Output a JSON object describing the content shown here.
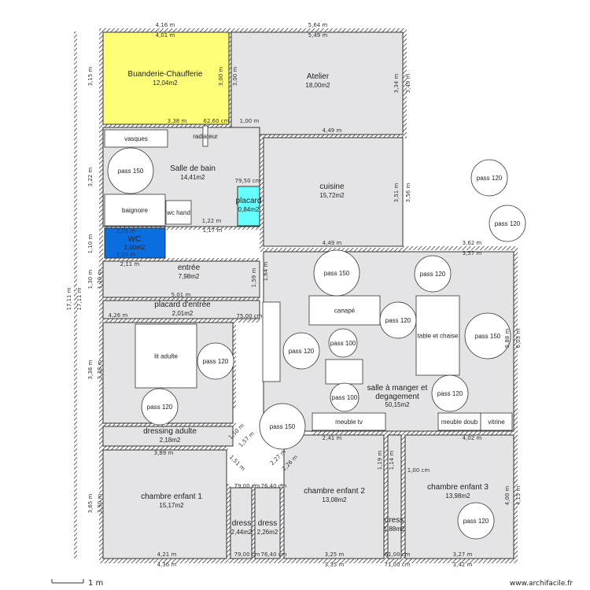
{
  "plan": {
    "colors": {
      "floor": "#e4e4e6",
      "buanderie": "#ffff77",
      "wc": "#0a6ee0",
      "placard": "#66ffff",
      "radiator": "#e07000"
    },
    "rooms": [
      {
        "name": "Buanderie-Chaufferie",
        "area": "12,04m2"
      },
      {
        "name": "Atelier",
        "area": "18,00m2"
      },
      {
        "name": "Salle de bain",
        "area": "14,41m2"
      },
      {
        "name": "cuisine",
        "area": "15,72m2"
      },
      {
        "name": "WC",
        "area": "2,00m2"
      },
      {
        "name": "placard",
        "area": "0,84m2"
      },
      {
        "name": "entrée",
        "area": "7,98m2"
      },
      {
        "name": "placard d'entrée",
        "area": "2,01m2"
      },
      {
        "name": "",
        "area": ""
      },
      {
        "name": "dressing adulte",
        "area": "2,18m2"
      },
      {
        "name": "salle à manger et degagement",
        "area": "50,15m2"
      },
      {
        "name": "chambre enfant 1",
        "area": "15,17m2"
      },
      {
        "name": "chambre enfant 2",
        "area": "13,08m2"
      },
      {
        "name": "chambre enfant 3",
        "area": "13,98m2"
      },
      {
        "name": "dress",
        "area": "2,44m2"
      },
      {
        "name": "dress",
        "area": "2,26m2"
      },
      {
        "name": "dress",
        "area": "1,88m2"
      }
    ],
    "furniture": [
      "vasques",
      "baignoire",
      "wc hand",
      "lit adulte",
      "canapé",
      "table et chaise",
      "meuble tv",
      "meuble doub",
      "vitrine",
      "",
      "",
      "radiateur"
    ],
    "pass": [
      "pass 150",
      "pass 120",
      "pass 120",
      "pass 120",
      "pass 150",
      "pass 120",
      "pass 120",
      "pass 150",
      "pass 120",
      "pass 100",
      "pass 100",
      "pass 120",
      "pass 150",
      "pass 120",
      "pass 120"
    ],
    "dimensions": [
      "4,16 m",
      "4,01 m",
      "5,64 m",
      "5,49 m",
      "3,15 m",
      "3,00 m",
      "3,00 m",
      "3,34 m",
      "3,49 m",
      "3,38 m",
      "62,60 cm",
      "1,00 m",
      "4,49 m",
      "3,22 m",
      "3,51 m",
      "3,56 m",
      "79,50 cm",
      "1,22 m",
      "1,17 m",
      "4,49 m",
      "3,62 m",
      "3,57 m",
      "2,01 m",
      "2,01 m",
      "2,11 m",
      "1,10 m",
      "1,30 m",
      "1,20 m",
      "5,01 m",
      "4,26 m",
      "75,00 cm",
      "1,59 m",
      "1,64 m",
      "3,38 m",
      "3,28 m",
      "2,41 m",
      "4,02 m",
      "5,88 m",
      "6,03 m",
      "3,89 m",
      "3,65 m",
      "3,50 m",
      "4,21 m",
      "4,36 m",
      "79,00 cm",
      "79,00 cm",
      "76,40 cm",
      "76,40 cm",
      "3,25 m",
      "3,35 m",
      "61,00 cm",
      "71,00 cm",
      "3,27 m",
      "3,42 m",
      "4,00 m",
      "4,15 m",
      "1,19 m",
      "1,14 m",
      "1,00 cm",
      "1,50 m",
      "1,57 m",
      "1,51 m",
      "2,27 m",
      "2,26 m",
      "17,11 m",
      "17,11 m"
    ],
    "scale_label": "1 m",
    "logo": "www.archifacile.fr"
  }
}
